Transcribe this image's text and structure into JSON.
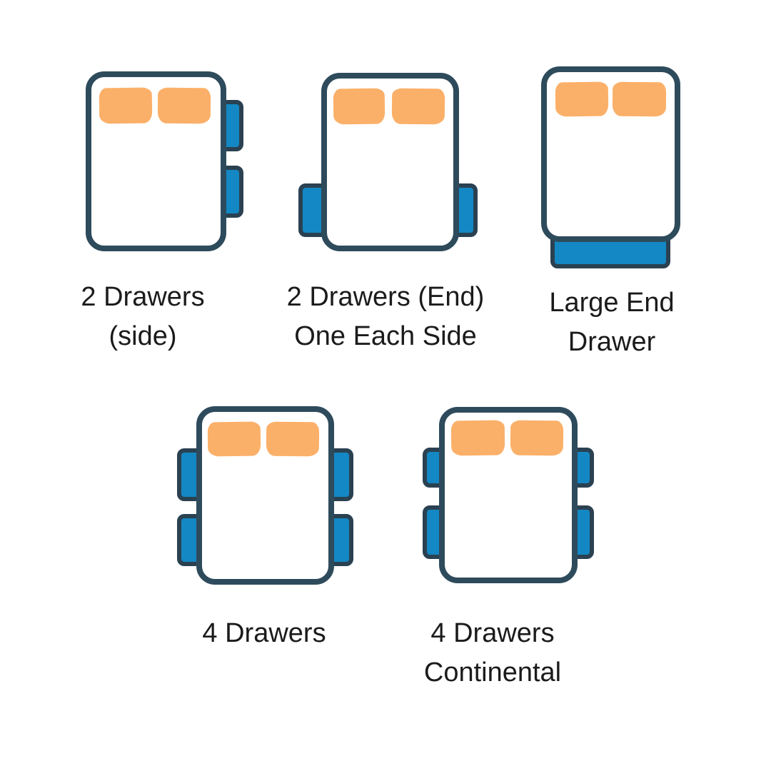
{
  "diagram": {
    "subject": "Divan bed drawer configuration options",
    "figure_count": 5
  },
  "colors": {
    "background": "#FFFFFF",
    "bed_outline": "#2E4B5C",
    "drawer_fill": "#1488C4",
    "drawer_outline": "#2A4151",
    "pillow_fill": "#FBB069",
    "label_text": "#1B1B1B"
  },
  "figures": [
    {
      "name": "2-drawers-side",
      "label_lines": [
        "2 Drawers",
        "(side)"
      ],
      "pillow_count": 2,
      "drawer_count": 2,
      "drawer_layout": "two drawers on right side"
    },
    {
      "name": "2-drawers-end-one-each-side",
      "label_lines": [
        "2 Drawers (End)",
        "One Each Side"
      ],
      "pillow_count": 2,
      "drawer_count": 2,
      "drawer_layout": "one drawer each side near foot end"
    },
    {
      "name": "large-end-drawer",
      "label_lines": [
        "Large End",
        "Drawer"
      ],
      "pillow_count": 2,
      "drawer_count": 1,
      "drawer_layout": "single full-width drawer at foot end"
    },
    {
      "name": "4-drawers",
      "label_lines": [
        "4 Drawers"
      ],
      "pillow_count": 2,
      "drawer_count": 4,
      "drawer_layout": "two equal drawers each side"
    },
    {
      "name": "4-drawers-continental",
      "label_lines": [
        "4 Drawers",
        "Continental"
      ],
      "pillow_count": 2,
      "drawer_count": 4,
      "drawer_layout": "two drawers each side, smaller upper drawers"
    }
  ]
}
